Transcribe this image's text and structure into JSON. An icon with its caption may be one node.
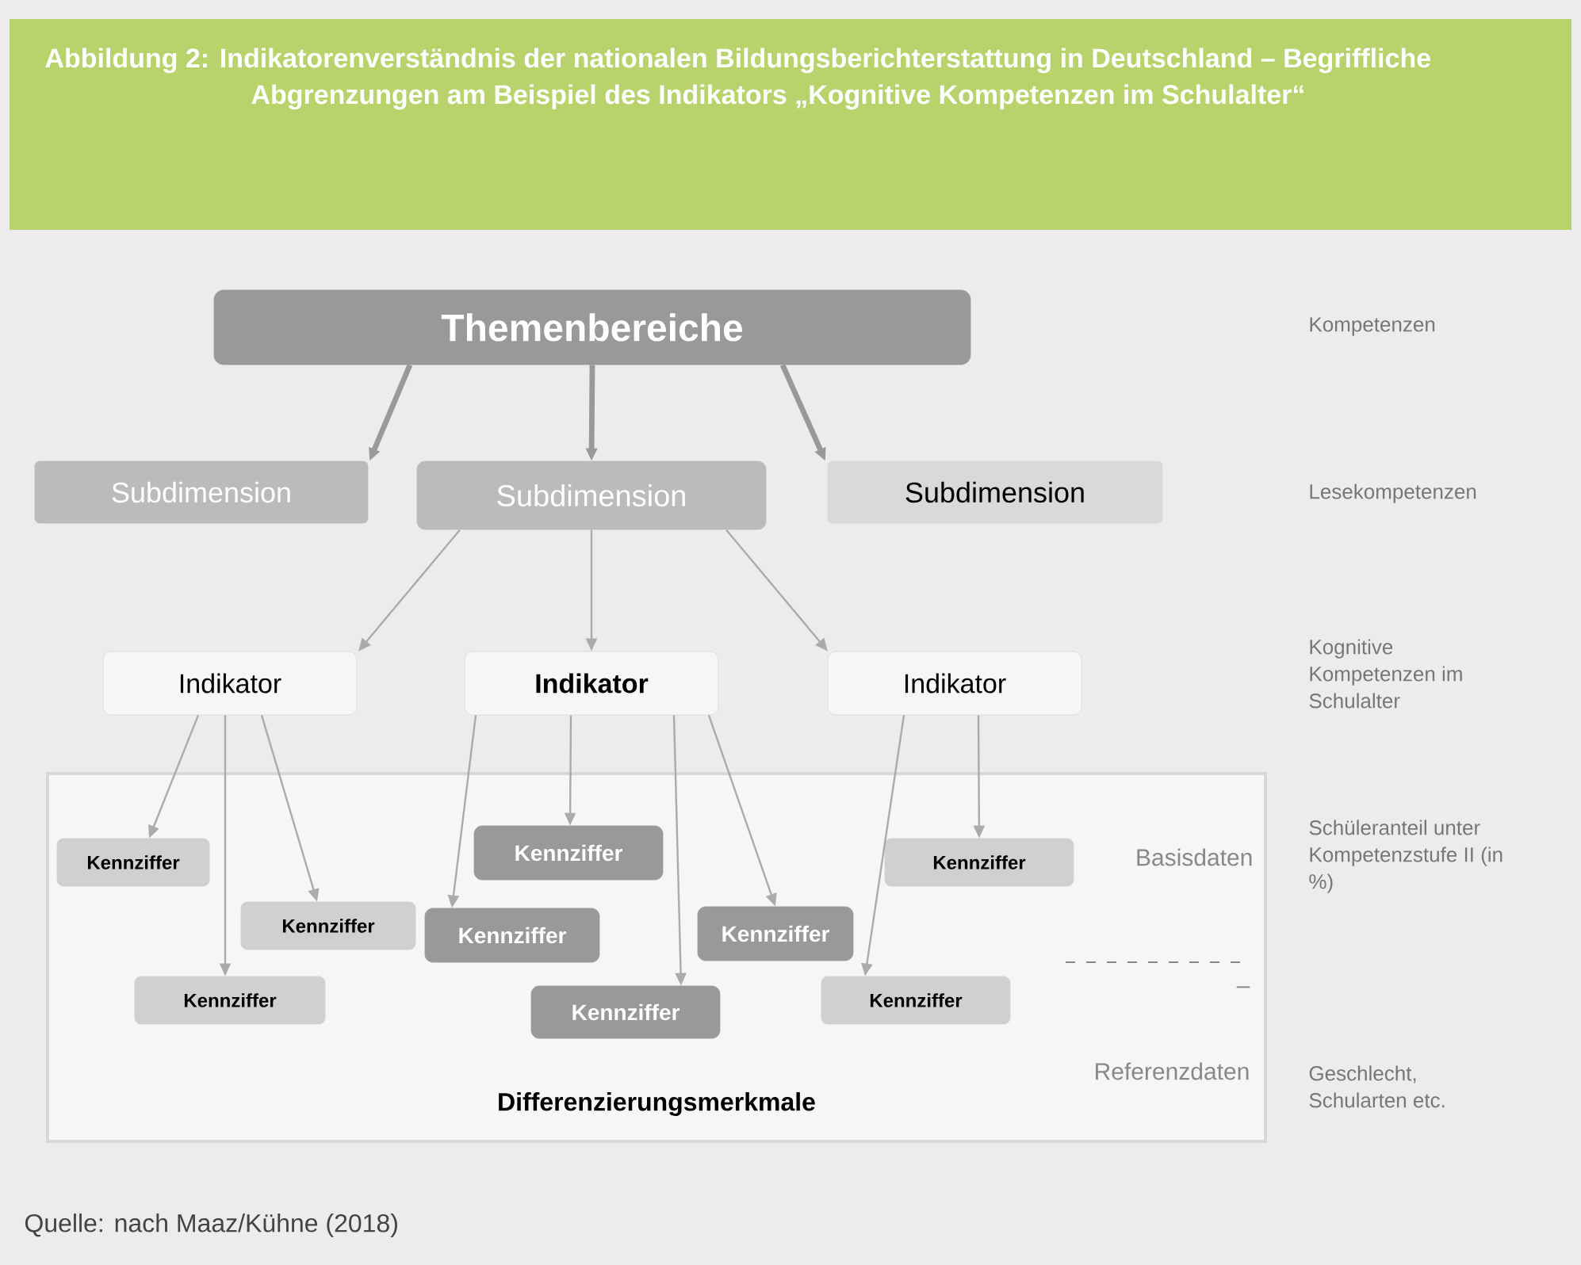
{
  "diagram": {
    "title": "Abbildung 2: Indikatorenverständnis der nationalen Bildungsberichterstattung in Deutschland – Begriffliche Abgrenzungen am Beispiel des Indikators „Kognitive Kompetenzen im Schulalter“",
    "caption": "Quelle: nach Maaz/Kühne (2018)",
    "nodes": [
      {
        "text": [
          "Themenbereiche"
        ]
      },
      {
        "text": [
          "Subdimension"
        ]
      },
      {
        "text": [
          "Subdimension"
        ]
      },
      {
        "text": [
          "Subdimension"
        ]
      },
      {
        "text": [
          "Indikator"
        ]
      },
      {
        "text": [
          "Indikator"
        ]
      },
      {
        "text": [
          "Indikator"
        ]
      },
      {
        "text": [
          "Differenzierungsmerkmale"
        ]
      },
      {
        "text": [
          "Kennziffer"
        ],
        "in": 7
      },
      {
        "text": [
          "Kennziffer"
        ],
        "in": 7
      },
      {
        "text": [
          "Kennziffer"
        ],
        "in": 7
      },
      {
        "text": [
          "Kennziffer"
        ],
        "in": 7
      },
      {
        "text": [
          "Kennziffer"
        ],
        "in": 7
      },
      {
        "text": [
          "Kennziffer"
        ],
        "in": 7
      },
      {
        "text": [
          "Kennziffer"
        ],
        "in": 7
      },
      {
        "text": [
          "Kennziffer"
        ],
        "in": 7
      },
      {
        "text": [
          "Kennziffer"
        ],
        "in": 7
      }
    ],
    "edges": [
      {
        "from": 0,
        "to": 1,
        "arrow": "to",
        "style": "thick",
        "color": "#999999"
      },
      {
        "from": 0,
        "to": 2,
        "arrow": "to",
        "style": "thick",
        "color": "#999999"
      },
      {
        "from": 0,
        "to": 3,
        "arrow": "to",
        "style": "thick",
        "color": "#999999"
      },
      {
        "from": 2,
        "to": 4,
        "arrow": "to"
      },
      {
        "from": 2,
        "to": 5,
        "arrow": "to"
      },
      {
        "from": 2,
        "to": 6,
        "arrow": "to"
      },
      {
        "from": 4,
        "to": 8,
        "arrow": "to"
      },
      {
        "from": 4,
        "to": 9,
        "arrow": "to"
      },
      {
        "from": 4,
        "to": 10,
        "arrow": "to"
      },
      {
        "from": 5,
        "to": 11,
        "arrow": "to"
      },
      {
        "from": 5,
        "to": 12,
        "arrow": "to"
      },
      {
        "from": 5,
        "to": 13,
        "arrow": "to"
      },
      {
        "from": 5,
        "to": 14,
        "arrow": "to"
      },
      {
        "from": 6,
        "to": 15,
        "arrow": "to"
      },
      {
        "from": 6,
        "to": 16,
        "arrow": "to"
      }
    ],
    "labels": [
      "Kompetenzen",
      "Lesekompetenzen",
      "Kognitive Kompetenzen im Schulalter",
      "Basisdaten",
      "Schüleranteil unter Kompetenzstufe II (in %)",
      "–",
      "Referenzdaten",
      "Geschlecht, Schularten etc."
    ]
  }
}
